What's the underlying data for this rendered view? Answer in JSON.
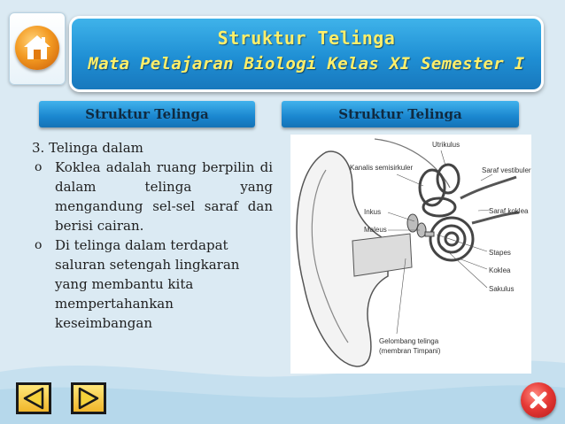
{
  "header": {
    "title": "Struktur Telinga",
    "subtitle": "Mata Pelajaran Biologi Kelas XI Semester I"
  },
  "tabs": {
    "left_label": "Struktur Telinga",
    "right_label": "Struktur Telinga"
  },
  "content": {
    "heading": "3. Telinga dalam",
    "bullet_mark": "o",
    "bullets": [
      "Koklea adalah ruang berpilin di dalam telinga yang mengandung sel-sel saraf dan berisi cairan.",
      "Di telinga dalam terdapat saluran setengah lingkaran yang membantu kita mempertahankan keseimbangan"
    ]
  },
  "figure": {
    "labels": {
      "utrikulus": "Utrikulus",
      "kanalis": "Kanalis semisirkuler",
      "saraf_vestibuler": "Saraf vestibuler",
      "inkus": "Inkus",
      "saraf_koklea": "Saraf koklea",
      "maleus": "Maleus",
      "stapes": "Stapes",
      "koklea": "Koklea",
      "sakulus": "Sakulus",
      "gelombang": "Gelombang telinga",
      "membran": "(membran Timpani)"
    }
  },
  "icons": {
    "home": "home-icon",
    "prev": "triangle-left-icon",
    "next": "triangle-right-icon",
    "close": "close-icon"
  },
  "colors": {
    "header_blue": "#1f8fd4",
    "title_yellow": "#ffef6a",
    "nav_yellow": "#f1b62a",
    "close_red": "#e53935"
  }
}
